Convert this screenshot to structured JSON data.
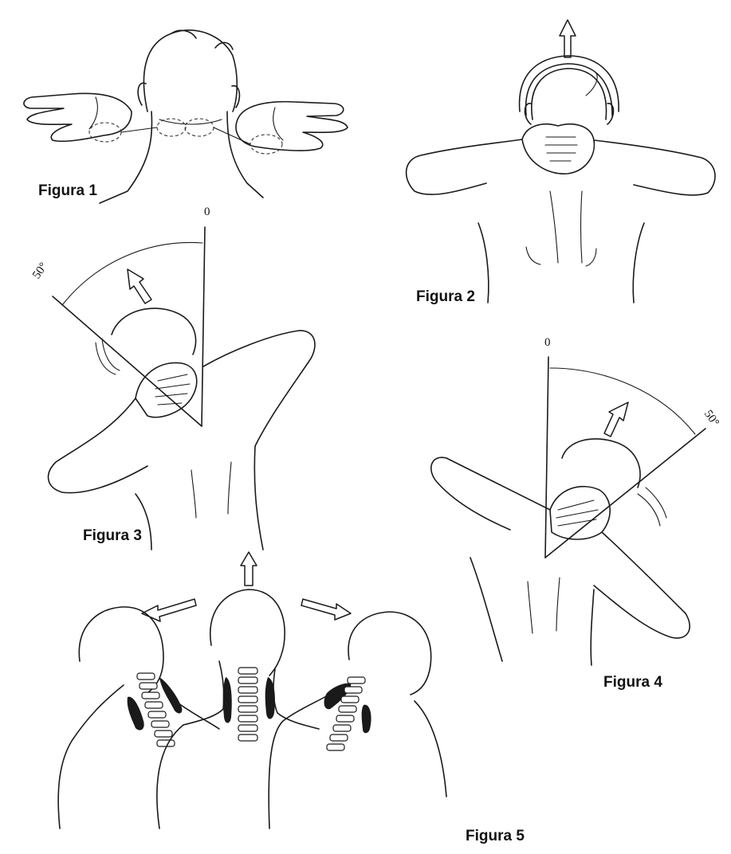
{
  "figures": [
    {
      "label": "Figura 1"
    },
    {
      "label": "Figura 2"
    },
    {
      "label": "Figura 3",
      "angle_zero": "0",
      "angle_end": "50°"
    },
    {
      "label": "Figura 4",
      "angle_zero": "0",
      "angle_end": "50°"
    },
    {
      "label": "Figura 5"
    }
  ]
}
